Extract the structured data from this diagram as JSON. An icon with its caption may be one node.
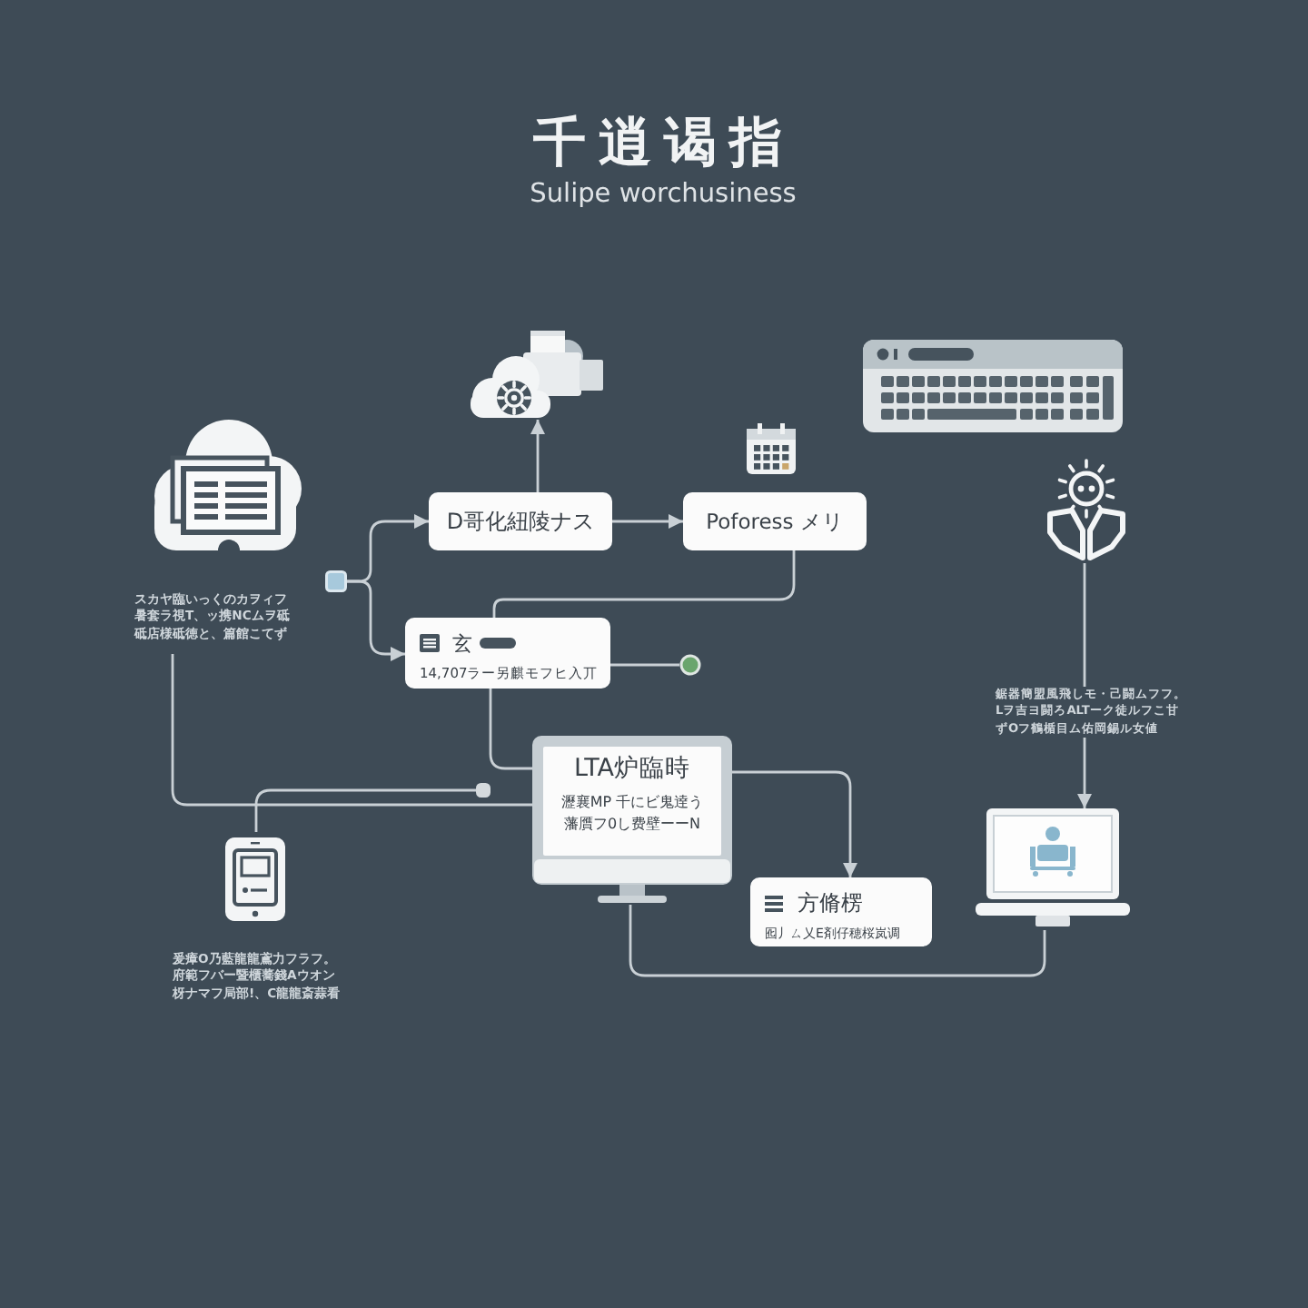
{
  "diagram": {
    "title": "千逍谒指",
    "labels": [
      "Sulipe worchusiness"
    ],
    "nodes": [
      {
        "text": [],
        "shape": "picture"
      },
      {
        "text": [],
        "shape": "picture",
        "beside": [
          "スカヤ臨いっくのカヲィフ暑套ラ視T、ッ携NCムヲ砥砥店様砥徳と、篇館こてず"
        ]
      },
      {
        "text": [],
        "shape": "picture"
      },
      {
        "text": [
          "D哥化紐陵ナス"
        ]
      },
      {
        "text": [
          "Poforess メリ"
        ]
      },
      {
        "text": [],
        "shape": "box"
      },
      {
        "text": [
          "玄",
          "14,707ラー另麒モフヒ入丌"
        ]
      },
      {
        "text": [],
        "shape": "circle"
      },
      {
        "text": [
          "鋸器簡盟風飛しモ・己闘ムフフ。Lヲ吉ヨ闘ろALTーク徒ルフこ甘ずOフ鶴楯目ム佑岡錫ル女値"
        ]
      },
      {
        "text": [
          "LTA炉臨時",
          "瀝襄MP 千にビ鬼逹う藩贋フ0し费壁ーーN"
        ]
      },
      {
        "text": [],
        "shape": "box"
      },
      {
        "text": [],
        "shape": "picture",
        "beside": [
          "爰瘴O乃藍龍龍鳶力フラフ。府範フバー暨櫃蕎錢Aウオン枒ナマフ局部!、C龍龍斎蒜看"
        ]
      },
      {
        "text": [
          "方脩楞",
          "囮丿ㄙ乂E剤仔穂桜岚调"
        ]
      },
      {
        "text": [],
        "shape": "picture"
      }
    ],
    "edges": [
      {
        "from": 5,
        "to": 3,
        "arrow": "to"
      },
      {
        "from": 5,
        "to": 6,
        "arrow": "to"
      },
      {
        "from": 3,
        "to": 0,
        "arrow": "to"
      },
      {
        "from": 3,
        "to": 4,
        "arrow": "to"
      },
      {
        "from": 4,
        "to": 6,
        "arrow": "none"
      },
      {
        "from": 6,
        "to": 7,
        "arrow": "none"
      },
      {
        "from": 6,
        "to": 9,
        "arrow": "none"
      },
      {
        "from": 1,
        "to": 9,
        "arrow": "none"
      },
      {
        "from": 2,
        "to": 8,
        "arrow": "none"
      },
      {
        "from": 8,
        "to": 13,
        "arrow": "to"
      },
      {
        "from": 11,
        "to": 10,
        "arrow": "none"
      },
      {
        "from": 9,
        "to": 12,
        "arrow": "to"
      },
      {
        "from": 9,
        "to": 13,
        "arrow": "none"
      }
    ]
  }
}
